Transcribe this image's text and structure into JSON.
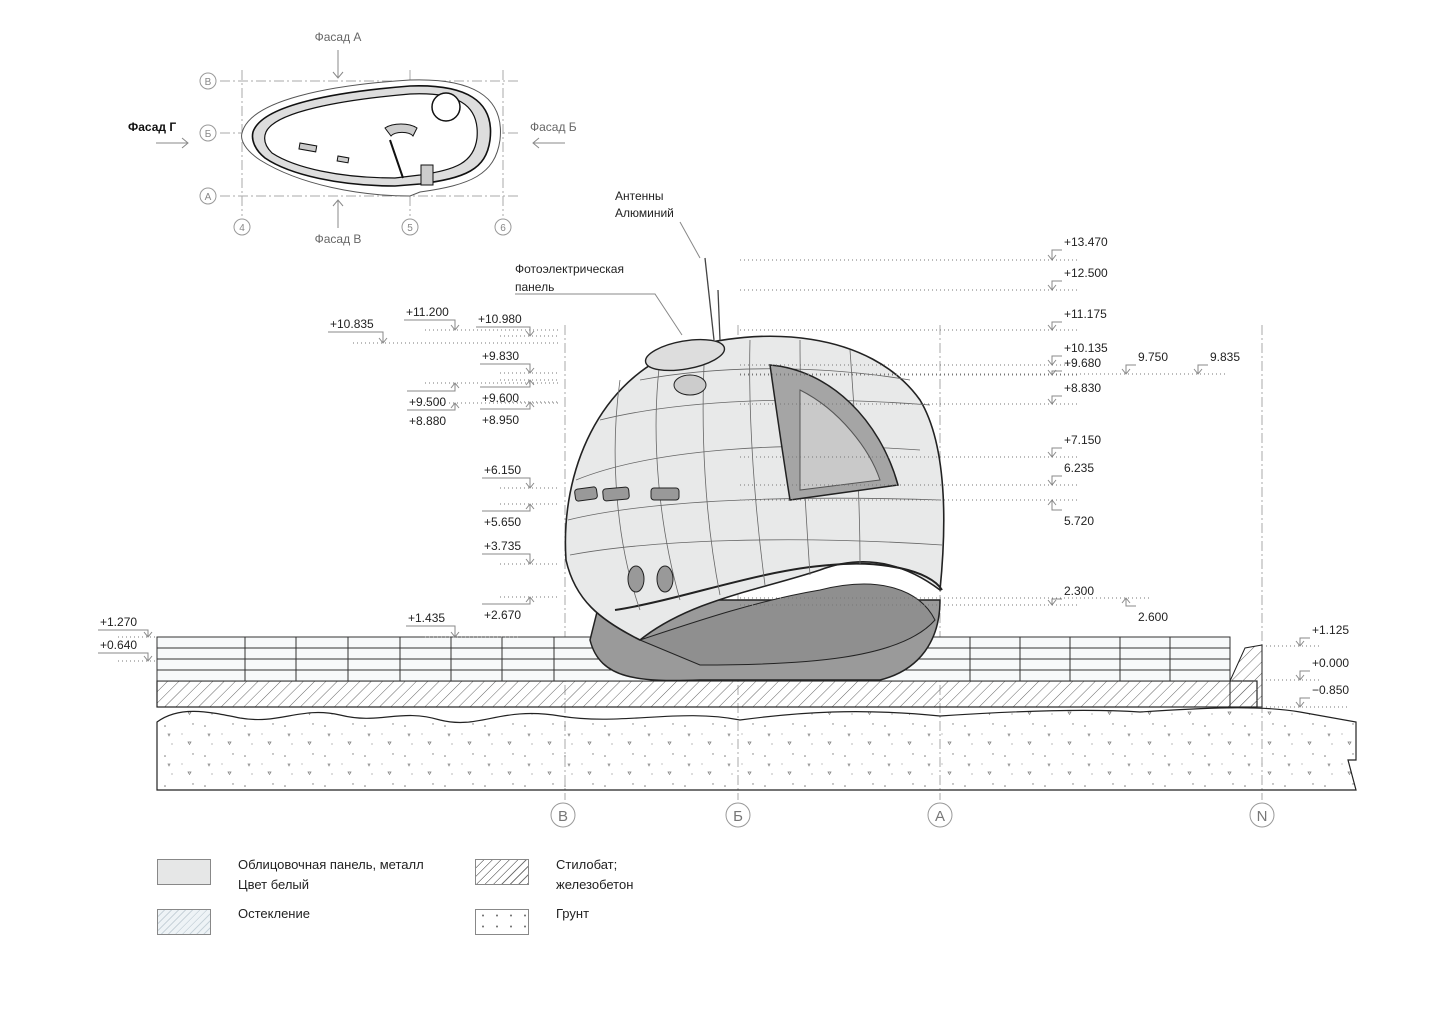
{
  "plan": {
    "facades": {
      "a": "Фасад А",
      "g": "Фасад Г",
      "b": "Фасад Б",
      "v": "Фасад В"
    },
    "row_axes": [
      "В",
      "Б",
      "А"
    ],
    "col_axes": [
      "4",
      "5",
      "6"
    ]
  },
  "annotations": {
    "antenna": [
      "Антенны",
      "Алюминий"
    ],
    "solar_panel": [
      "Фотоэлектрическая",
      "панель"
    ]
  },
  "levels_left": [
    "+10.835",
    "+11.200",
    "+10.980",
    "+9.830",
    "+9.500",
    "+8.880",
    "+9.600",
    "+8.950",
    "+6.150",
    "+5.650",
    "+3.735",
    "+2.670",
    "+1.435",
    "+1.270",
    "+0.640"
  ],
  "levels_right": [
    "+13.470",
    "+12.500",
    "+11.175",
    "+10.135",
    "+9.680",
    "9.750",
    "9.835",
    "+8.830",
    "+7.150",
    "6.235",
    "5.720",
    "2.300",
    "2.600",
    "+1.125",
    "+0.000",
    "−0.850"
  ],
  "elevation_axes": [
    "В",
    "Б",
    "А",
    "N"
  ],
  "legend": [
    {
      "label": [
        "Облицовочная панель, металл",
        "Цвет белый"
      ],
      "pattern": "cladding",
      "color": "#e6e7e7"
    },
    {
      "label": [
        "Остекление"
      ],
      "pattern": "glazing",
      "color": "#eef3f6"
    },
    {
      "label": [
        "Стилобат;",
        "железобетон"
      ],
      "pattern": "stylobate-hatch",
      "color": "#ffffff"
    },
    {
      "label": [
        "Грунт"
      ],
      "pattern": "soil-dots",
      "color": "#ffffff"
    }
  ]
}
